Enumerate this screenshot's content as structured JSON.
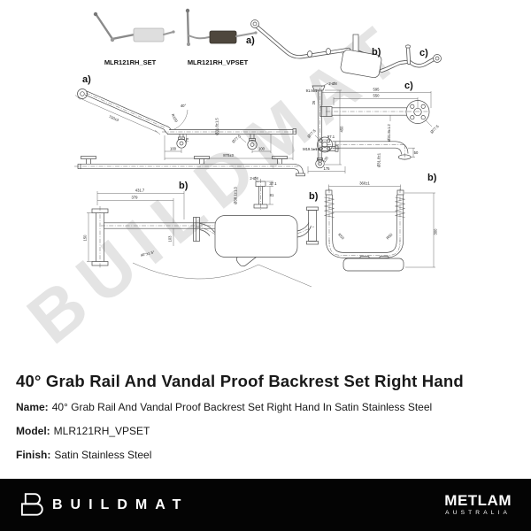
{
  "watermark": "BUILDMAT",
  "labels": {
    "a": "a)",
    "b": "b)",
    "c": "c)"
  },
  "photos": [
    {
      "label": "MLR121RH_SET"
    },
    {
      "label": "MLR121RH_VPSET"
    }
  ],
  "dims": {
    "a_main": [
      "700±3",
      "40°",
      "R100",
      "Ø31.8±1.5",
      "75",
      "100",
      "Ø77.5",
      "100",
      "870±3"
    ],
    "a_side": [
      "2-Ø8",
      "91.9±1",
      "26",
      "450",
      "97.1",
      "M19.1±1.2",
      "135",
      "175"
    ],
    "flange_detail": [
      "2-Ø8",
      "37.1",
      "Ø38.1±1.3",
      "81"
    ],
    "c_top": [
      "595",
      "550",
      "Ø31.8±1.2",
      "Ø77.5"
    ],
    "c_bottom": [
      "Ø77.5",
      "Ø31.8±1",
      "50"
    ],
    "b_side": [
      "431.7",
      "379",
      "150",
      "103",
      "40°±1.5°"
    ],
    "b_frame": [
      "360±1",
      "300",
      "R50",
      "R50"
    ]
  },
  "details": {
    "title": "40° Grab Rail And Vandal Proof Backrest Set Right Hand",
    "name_label": "Name:",
    "name_value": "40° Grab Rail And Vandal Proof Backrest Set Right Hand In Satin Stainless Steel",
    "model_label": "Model:",
    "model_value": "MLR121RH_VPSET",
    "finish_label": "Finish:",
    "finish_value": "Satin Stainless Steel"
  },
  "footer": {
    "buildmat": "BUILDMAT",
    "metlam": "METLAM",
    "metlam_sub": "AUSTRALIA",
    "bar_color": "#040404"
  },
  "colors": {
    "background": "#ffffff",
    "line": "#4a4a4a",
    "pad_light": "#dedede",
    "pad_dark": "#4e473d",
    "footer_bg": "#040404",
    "footer_text": "#ffffff"
  }
}
